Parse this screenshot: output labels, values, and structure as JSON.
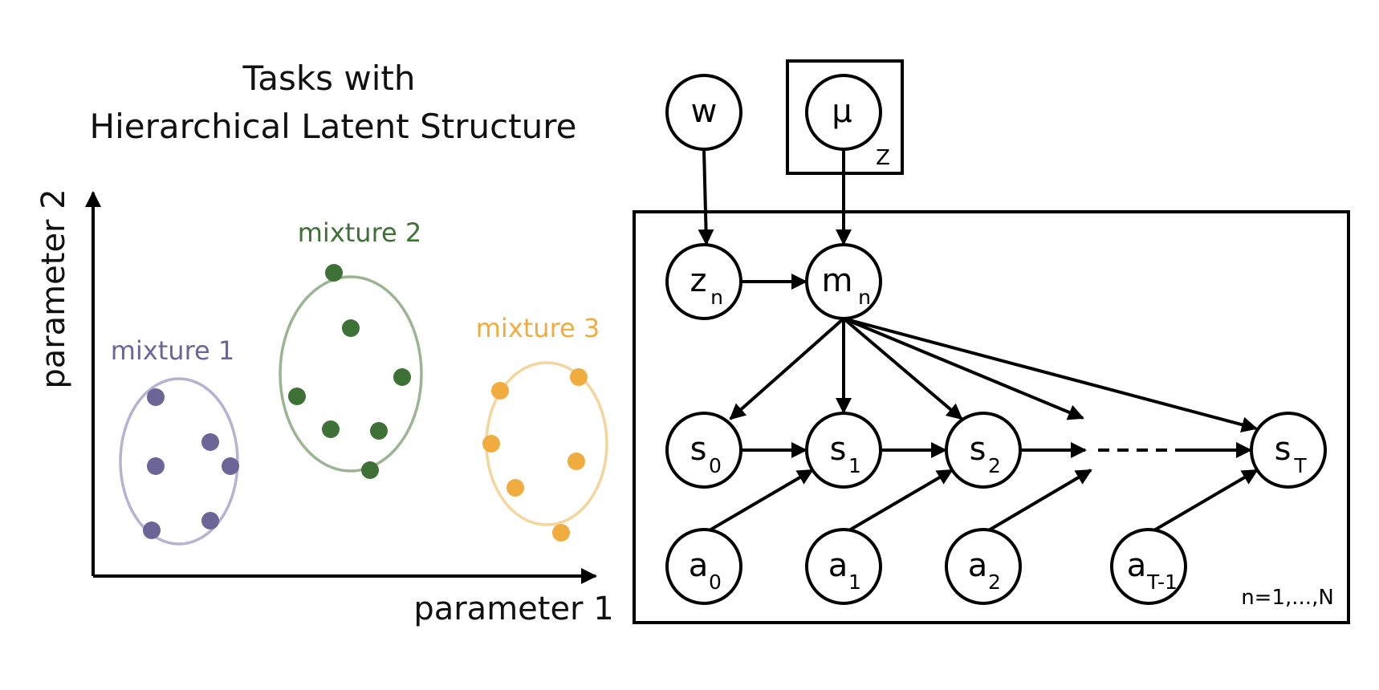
{
  "left_panel": {
    "title_line1": "Tasks with",
    "title_line2": "Hierarchical Latent Structure",
    "x_axis_label": "parameter 1",
    "y_axis_label": "parameter 2",
    "mixtures": [
      {
        "label": "mixture 1",
        "color": "#6b6598",
        "ring_color": "#b6b2d2"
      },
      {
        "label": "mixture 2",
        "color": "#3d7135",
        "ring_color": "#9bb592"
      },
      {
        "label": "mixture 3",
        "color": "#f0ac3e",
        "ring_color": "#f4d59c"
      }
    ]
  },
  "graphical_model": {
    "nodes": {
      "w": {
        "main": "w",
        "sub": ""
      },
      "mu": {
        "main": "μ",
        "sub": ""
      },
      "z": {
        "main": "z",
        "sub": "n"
      },
      "m": {
        "main": "m",
        "sub": "n"
      },
      "s0": {
        "main": "s",
        "sub": "0"
      },
      "s1": {
        "main": "s",
        "sub": "1"
      },
      "s2": {
        "main": "s",
        "sub": "2"
      },
      "sT": {
        "main": "s",
        "sub": "T"
      },
      "a0": {
        "main": "a",
        "sub": "0"
      },
      "a1": {
        "main": "a",
        "sub": "1"
      },
      "a2": {
        "main": "a",
        "sub": "2"
      },
      "aT1": {
        "main": "a",
        "sub": "T-1"
      }
    },
    "plates": {
      "z_plate_label": "Z",
      "n_plate_label": "n=1,...,N"
    }
  }
}
